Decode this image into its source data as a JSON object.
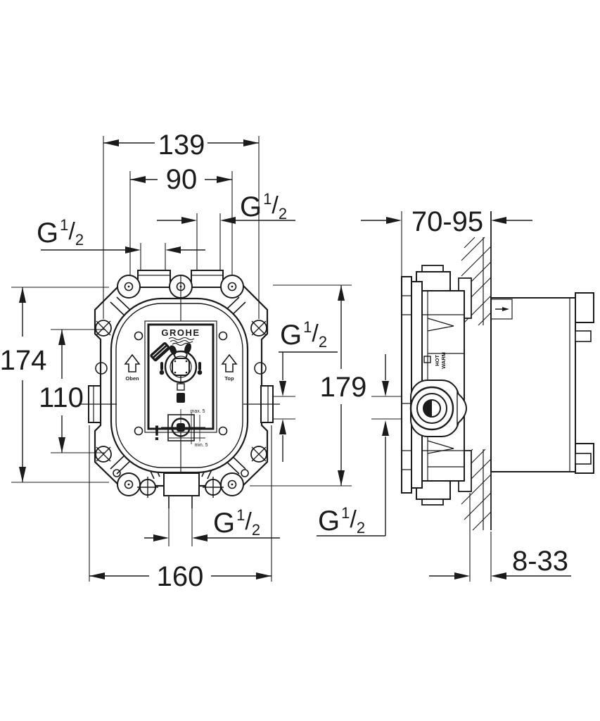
{
  "brand": "GROHE",
  "dimensions": {
    "top_outer": "139",
    "top_inner": "90",
    "left_outer": "174",
    "left_inner": "110",
    "bottom_width": "160",
    "body_height": "179",
    "wall_depth_range": "70-95",
    "finish_depth_range": "8-33"
  },
  "thread_label": {
    "g": "G",
    "num": "1",
    "slash": "/",
    "den": "2"
  },
  "front_view": {
    "up_arrow_left_label": "Oben",
    "up_arrow_right_label": "Top",
    "note_max": "max. 5",
    "note_min": "min. 5",
    "warning": "!"
  },
  "side_view": {
    "warm_label": "WARM",
    "hot_label": "HOT"
  }
}
